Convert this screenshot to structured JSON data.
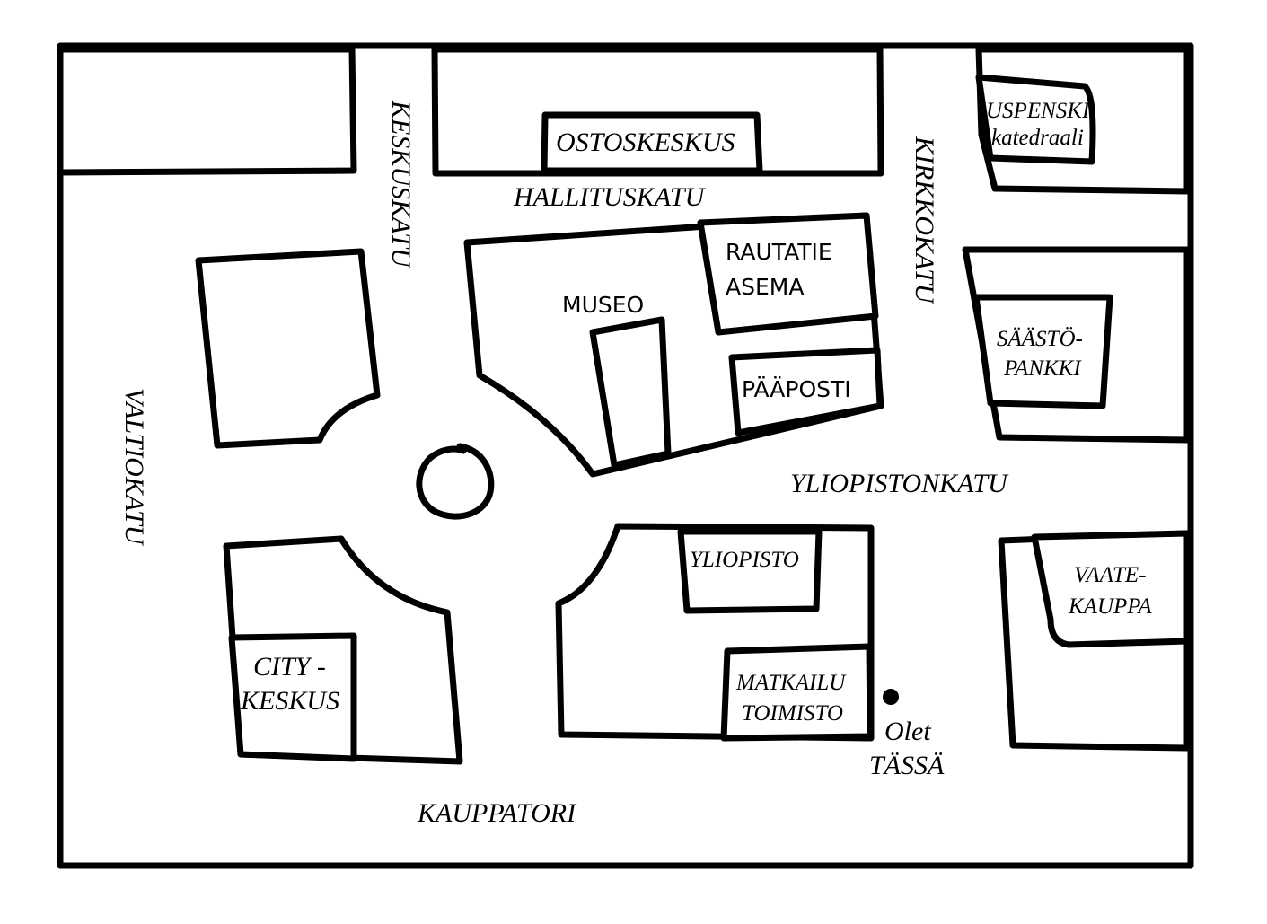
{
  "streets": {
    "keskuskatu": "KESKUSKATU",
    "hallituskatu": "HALLITUSKATU",
    "kirkkokatu": "KIRKKOKATU",
    "valtiokatu": "VALTIOKATU",
    "yliopistonkatu": "YLIOPISTONKATU",
    "kauppatori": "KAUPPATORI"
  },
  "places": {
    "ostoskeskus": "OSTOSKESKUS",
    "uspenski_1": "USPENSKI",
    "uspenski_2": "katedraali",
    "rautatieasema_1": "RAUTATIE",
    "rautatieasema_2": "ASEMA",
    "museo": "MUSEO",
    "paaposti": "PÄÄPOSTI",
    "saastopankki_1": "SÄÄSTÖ-",
    "saastopankki_2": "PANKKI",
    "yliopisto": "YLIOPISTO",
    "vaatekauppa_1": "VAATE-",
    "vaatekauppa_2": "KAUPPA",
    "citykeskus_1": "CITY -",
    "citykeskus_2": "KESKUS",
    "matkailutoimisto_1": "MATKAILU",
    "matkailutoimisto_2": "TOIMISTO"
  },
  "you_are_here": {
    "line1": "Olet",
    "line2": "TÄSSÄ"
  },
  "colors": {
    "ink": "#000000",
    "paper": "#ffffff"
  }
}
